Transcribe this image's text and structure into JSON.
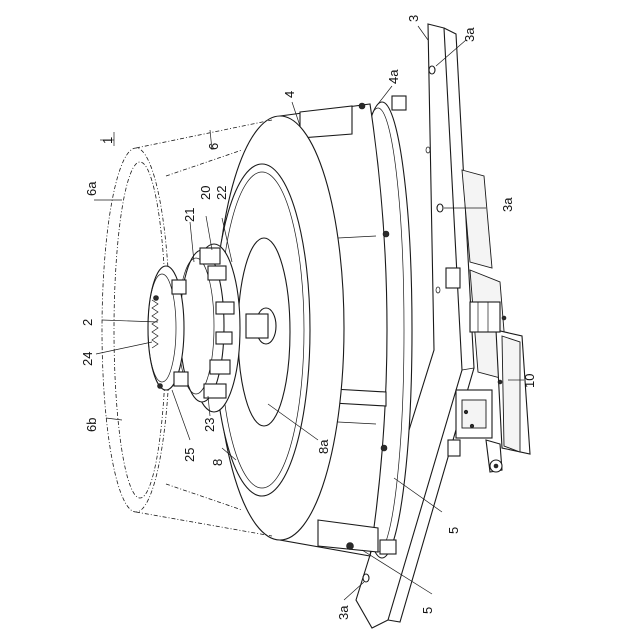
{
  "labels": {
    "l1": "1",
    "l2": "2",
    "l3": "3",
    "l3a_top": "3a",
    "l3a_mid": "3a",
    "l3a_bot": "3a",
    "l4": "4",
    "l4a": "4a",
    "l5_a": "5",
    "l5_b": "5",
    "l6": "6",
    "l6a": "6a",
    "l6b": "6b",
    "l8": "8",
    "l8a": "8a",
    "l10": "10",
    "l20": "20",
    "l21": "21",
    "l22": "22",
    "l23": "23",
    "l24": "24",
    "l25": "25"
  }
}
